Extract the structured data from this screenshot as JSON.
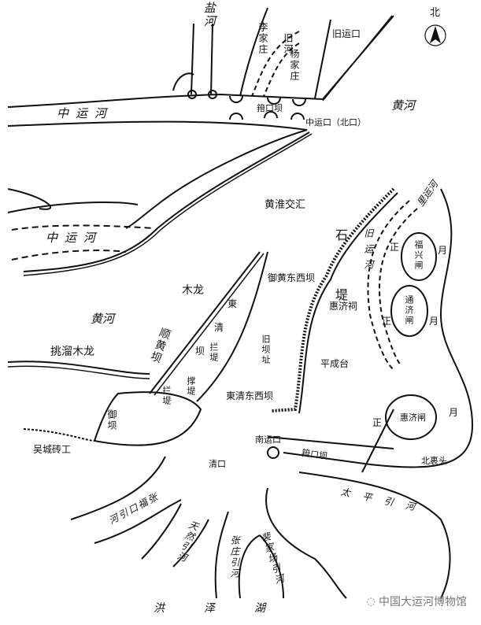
{
  "compass": {
    "label": "北"
  },
  "labels": {
    "yan_he": "盐河",
    "li_jia_zhuang": "李家庄",
    "jiu_he": "旧河",
    "jiu_yun_kou": "旧运口",
    "yang_jia_zhuang": "杨家庄",
    "zhong_yun_he_top": "中运河",
    "xiang_kou_ba_top": "箝口坝",
    "zhong_yun_kou": "中运口（北口）",
    "huang_he_ne": "黄河",
    "huang_huai_jiao_hui": "黄淮交汇",
    "zhong_yun_he_mid": "中运河",
    "li_yun_he": "里运河",
    "shi_di": "石堤",
    "jiu_yun_he": "旧运河",
    "mu_long": "木龙",
    "yu_huang_dong_xi_ba": "御黄东西坝",
    "shu": "東",
    "qing": "清",
    "ba": "坝",
    "lan_di_inner": "拦堤",
    "jiu_ba_zhi": "旧坝址",
    "shun_huang_ba": "顺黄坝",
    "huang_he_w": "黄河",
    "tiao_liu_mu_long": "挑溜木龙",
    "lan_di": "拦堤",
    "cheng_di": "撑堤",
    "hui_ji_ci": "惠济祠",
    "ping_cheng_tai": "平成台",
    "fu_xing_zha": "福兴闸",
    "tong_ji_zha": "通济闸",
    "hui_ji_zha": "惠济闸",
    "zheng": "正",
    "yue": "月",
    "shu_qing_dong_xi_ba": "東清东西坝",
    "yu_ba": "御坝",
    "wu_cheng_zhuan_gong": "吴城砖工",
    "nan_yun_kou": "南运口",
    "xiang_kou_ba_bottom": "箝口坝",
    "bei_li_tou": "北裹头",
    "qing_kou": "清口",
    "tai_ping_yin_he": "太平引河",
    "zhang_fu_kou_yin_he": "张福口引河",
    "tian_ran_yin_he": "天然引河",
    "zhang_zhuang_yin_he": "张庄引河",
    "pei_jia_chang_yin_he": "裴家场引河",
    "hong_ze_hu": "洪　泽　湖"
  },
  "watermark": {
    "text": "中国大运河博物馆",
    "icon": "wechat-icon"
  }
}
